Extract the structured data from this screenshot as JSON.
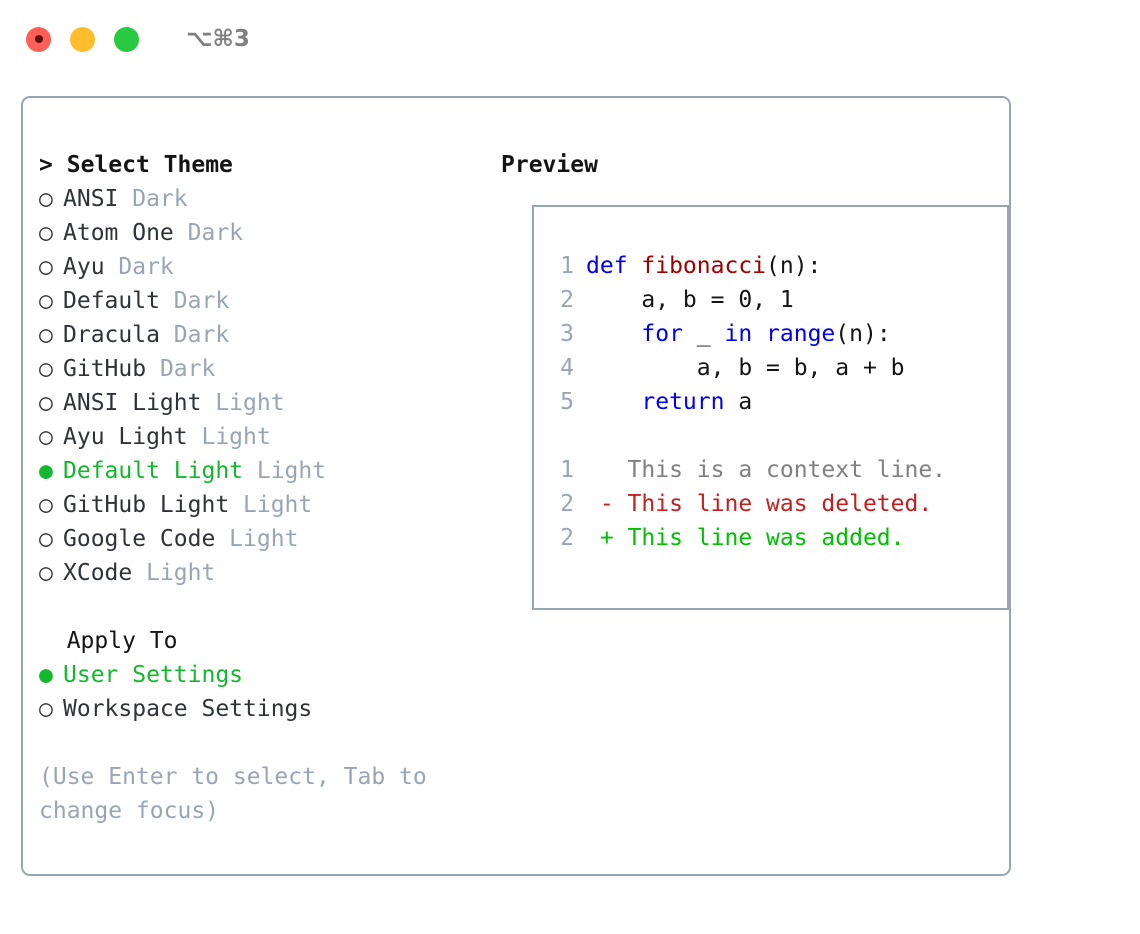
{
  "titlebar": {
    "buttons": [
      {
        "name": "close",
        "color": "#ff5f57"
      },
      {
        "name": "minimize",
        "color": "#ffbd2e"
      },
      {
        "name": "zoom",
        "color": "#28c840"
      }
    ],
    "shortcut": "⌥⌘3"
  },
  "theme_panel": {
    "header": "Select Theme",
    "caret": ">",
    "focused": true,
    "marker_selected": "●",
    "marker_unselected": "○",
    "items": [
      {
        "label": "ANSI",
        "tag": "Dark",
        "selected": false
      },
      {
        "label": "Atom One",
        "tag": "Dark",
        "selected": false
      },
      {
        "label": "Ayu",
        "tag": "Dark",
        "selected": false
      },
      {
        "label": "Default",
        "tag": "Dark",
        "selected": false
      },
      {
        "label": "Dracula",
        "tag": "Dark",
        "selected": false
      },
      {
        "label": "GitHub",
        "tag": "Dark",
        "selected": false
      },
      {
        "label": "ANSI Light",
        "tag": "Light",
        "selected": false
      },
      {
        "label": "Ayu Light",
        "tag": "Light",
        "selected": false
      },
      {
        "label": "Default Light",
        "tag": "Light",
        "selected": true
      },
      {
        "label": "GitHub Light",
        "tag": "Light",
        "selected": false
      },
      {
        "label": "Google Code",
        "tag": "Light",
        "selected": false
      },
      {
        "label": "XCode",
        "tag": "Light",
        "selected": false
      }
    ]
  },
  "apply_to": {
    "header": "Apply To",
    "focused": false,
    "items": [
      {
        "label": "User Settings",
        "selected": true
      },
      {
        "label": "Workspace Settings",
        "selected": false
      }
    ]
  },
  "hint": "(Use Enter to select, Tab to change focus)",
  "preview": {
    "header": "Preview",
    "code_lines": [
      {
        "number": "1",
        "tokens": [
          {
            "t": "def ",
            "c": "kw"
          },
          {
            "t": "fibonacci",
            "c": "fn"
          },
          {
            "t": "(n):",
            "c": "pl"
          }
        ]
      },
      {
        "number": "2",
        "tokens": [
          {
            "t": "    a, b = 0, 1",
            "c": "pl"
          }
        ]
      },
      {
        "number": "3",
        "tokens": [
          {
            "t": "    ",
            "c": "pl"
          },
          {
            "t": "for",
            "c": "kw"
          },
          {
            "t": " _ ",
            "c": "pl"
          },
          {
            "t": "in",
            "c": "kw"
          },
          {
            "t": " ",
            "c": "pl"
          },
          {
            "t": "range",
            "c": "bi"
          },
          {
            "t": "(n):",
            "c": "pl"
          }
        ]
      },
      {
        "number": "4",
        "tokens": [
          {
            "t": "        a, b = b, a + b",
            "c": "pl"
          }
        ]
      },
      {
        "number": "5",
        "tokens": [
          {
            "t": "    ",
            "c": "pl"
          },
          {
            "t": "return",
            "c": "kw"
          },
          {
            "t": " a",
            "c": "pl"
          }
        ]
      }
    ],
    "diff_lines": [
      {
        "number": "1",
        "marker": " ",
        "text": "This is a context line.",
        "kind": "context"
      },
      {
        "number": "2",
        "marker": "-",
        "text": "This line was deleted.",
        "kind": "deleted"
      },
      {
        "number": "2",
        "marker": "+",
        "text": "This line was added.",
        "kind": "added"
      }
    ]
  },
  "colors": {
    "accent_green": "#14b82e",
    "border": "#9aa5b4",
    "muted": "#9aa5b4",
    "keyword": "#0000ee",
    "function": "#a00000",
    "diff_added": "#00c000",
    "diff_deleted": "#c02020",
    "diff_context": "#808080",
    "background": "#ffffff"
  }
}
